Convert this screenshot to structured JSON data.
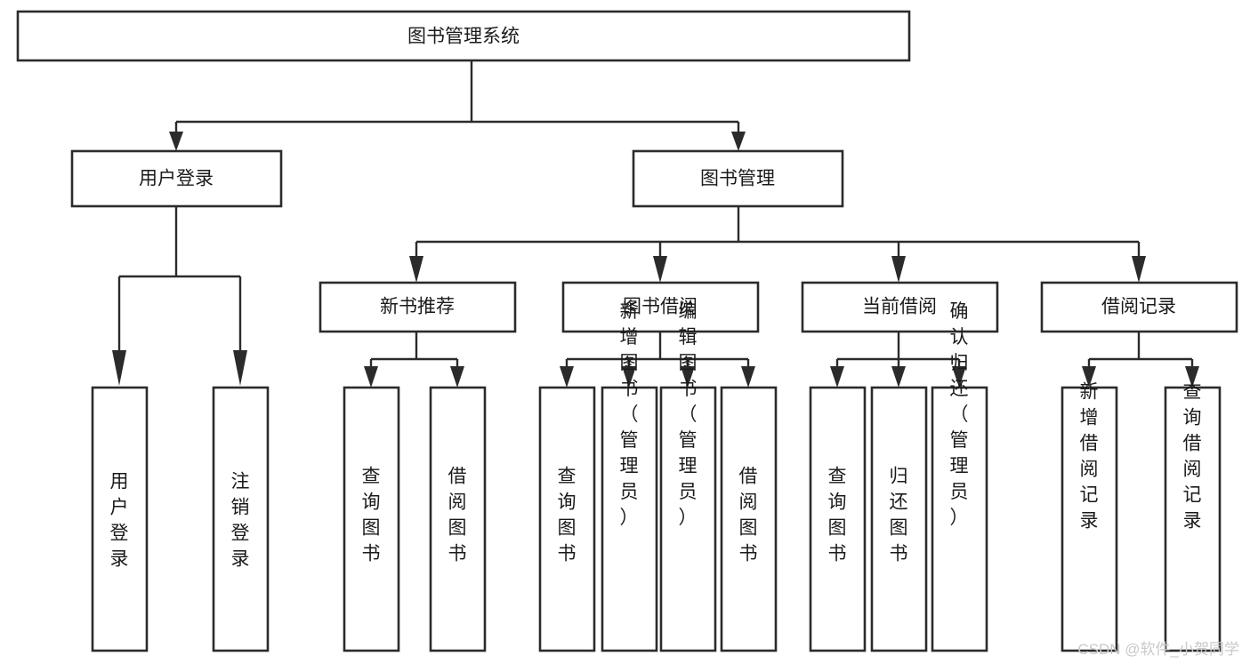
{
  "diagram": {
    "type": "hierarchy-tree",
    "title": "图书管理系统",
    "orientation": "top-down",
    "watermark": "CSDN @软件_小贺同学",
    "colors": {
      "box_stroke": "#2b2b2b",
      "box_fill": "#ffffff",
      "connector": "#2b2b2b",
      "text": "#1a1a1a",
      "watermark": "#c9c9c9",
      "background": "#ffffff"
    },
    "levels": {
      "level0": [
        {
          "id": "root",
          "label": "图书管理系统",
          "text_orientation": "horizontal"
        }
      ],
      "level1": [
        {
          "id": "user-login",
          "label": "用户登录",
          "text_orientation": "horizontal"
        },
        {
          "id": "book-management",
          "label": "图书管理",
          "text_orientation": "horizontal"
        }
      ],
      "level2": [
        {
          "id": "new-book-recommend",
          "label": "新书推荐",
          "text_orientation": "horizontal",
          "parent": "book-management"
        },
        {
          "id": "book-borrow",
          "label": "图书借阅",
          "text_orientation": "horizontal",
          "parent": "book-management"
        },
        {
          "id": "current-borrow",
          "label": "当前借阅",
          "text_orientation": "horizontal",
          "parent": "book-management"
        },
        {
          "id": "borrow-record",
          "label": "借阅记录",
          "text_orientation": "horizontal",
          "parent": "book-management"
        }
      ],
      "level3": [
        {
          "id": "leaf-user-login",
          "label": "用户登录",
          "text_orientation": "vertical",
          "parent": "user-login"
        },
        {
          "id": "leaf-logout-login",
          "label": "注销登录",
          "text_orientation": "vertical",
          "parent": "user-login"
        },
        {
          "id": "leaf-query-book-1",
          "label": "查询图书",
          "text_orientation": "vertical",
          "parent": "new-book-recommend"
        },
        {
          "id": "leaf-borrow-book-1",
          "label": "借阅图书",
          "text_orientation": "vertical",
          "parent": "new-book-recommend"
        },
        {
          "id": "leaf-query-book-2",
          "label": "查询图书",
          "text_orientation": "vertical",
          "parent": "book-borrow"
        },
        {
          "id": "leaf-add-book",
          "label": "新增图书（管理员）",
          "text_orientation": "vertical",
          "parent": "book-borrow"
        },
        {
          "id": "leaf-edit-book",
          "label": "编辑图书（管理员）",
          "text_orientation": "vertical",
          "parent": "book-borrow"
        },
        {
          "id": "leaf-borrow-book-2",
          "label": "借阅图书",
          "text_orientation": "vertical",
          "parent": "book-borrow"
        },
        {
          "id": "leaf-query-book-3",
          "label": "查询图书",
          "text_orientation": "vertical",
          "parent": "current-borrow"
        },
        {
          "id": "leaf-return-book",
          "label": "归还图书",
          "text_orientation": "vertical",
          "parent": "current-borrow"
        },
        {
          "id": "leaf-confirm-return",
          "label": "确认归还（管理员）",
          "text_orientation": "vertical",
          "parent": "current-borrow"
        },
        {
          "id": "leaf-add-record",
          "label": "新增借阅记录",
          "text_orientation": "vertical",
          "parent": "borrow-record"
        },
        {
          "id": "leaf-query-record",
          "label": "查询借阅记录",
          "text_orientation": "vertical",
          "parent": "borrow-record"
        }
      ]
    }
  }
}
